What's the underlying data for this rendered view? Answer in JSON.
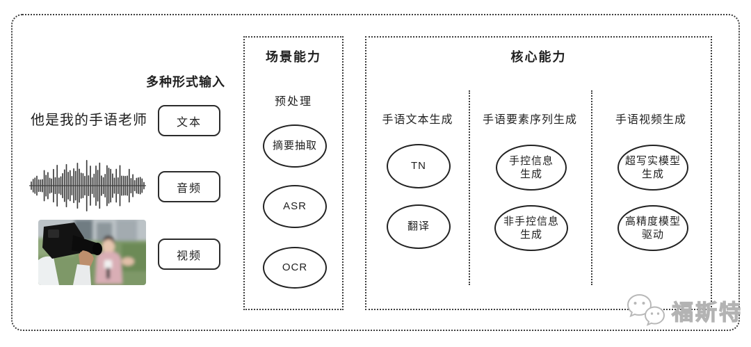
{
  "input_section": {
    "heading": "多种形式输入",
    "sample_sentence": "他是我的手语老师",
    "input_types": [
      {
        "label": "文本"
      },
      {
        "label": "音频"
      },
      {
        "label": "视频"
      }
    ],
    "media_icons": [
      {
        "name": "audio-waveform-icon"
      },
      {
        "name": "reporter-photo"
      }
    ]
  },
  "scene_panel": {
    "title": "场景能力",
    "stage_label": "预处理",
    "nodes": [
      {
        "label": "摘要抽取"
      },
      {
        "label": "ASR"
      },
      {
        "label": "OCR"
      }
    ]
  },
  "core_panel": {
    "title": "核心能力",
    "columns": [
      {
        "header": "手语文本生成",
        "nodes": [
          {
            "label": "TN"
          },
          {
            "label": "翻译"
          }
        ]
      },
      {
        "header": "手语要素序列生成",
        "nodes": [
          {
            "label": "手控信息\n生成"
          },
          {
            "label": "非手控信息\n生成"
          }
        ]
      },
      {
        "header": "手语视频生成",
        "nodes": [
          {
            "label": "超写实模型\n生成"
          },
          {
            "label": "高精度模型\n驱动"
          }
        ]
      }
    ]
  },
  "watermark": {
    "text": "福斯特",
    "icon": "wechat-icon"
  },
  "colors": {
    "ink": "#1f1f1f",
    "solid_line": "#2b2b2b",
    "dotted_line": "#3c3c3c",
    "watermark_gray": "#b3b3b3"
  }
}
